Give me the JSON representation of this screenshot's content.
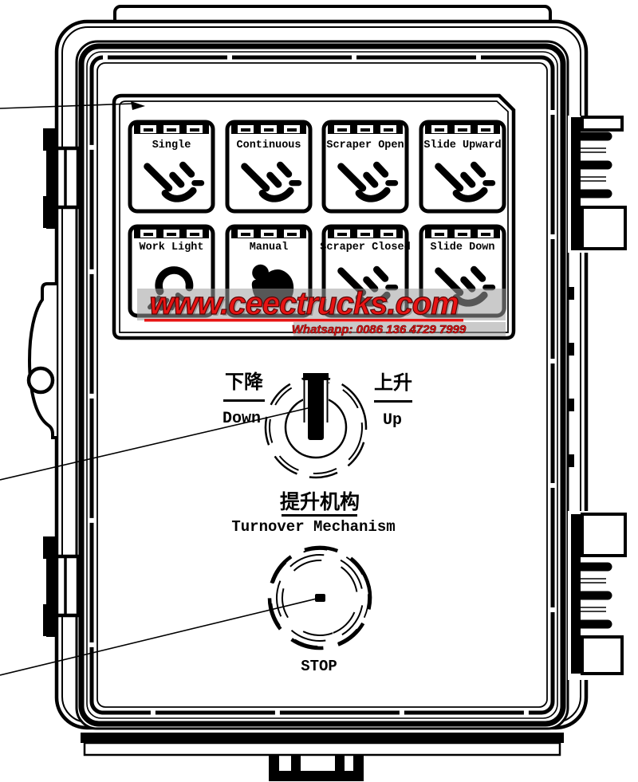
{
  "panel": {
    "buttons": [
      {
        "label": "Single",
        "icon": "dump-tilt-icon"
      },
      {
        "label": "Continuous",
        "icon": "dump-tilt-icon"
      },
      {
        "label": "Scraper Open",
        "icon": "dump-tilt-icon"
      },
      {
        "label": "Slide Upward",
        "icon": "dump-tilt-icon"
      },
      {
        "label": "Work Light",
        "icon": "work-light-icon"
      },
      {
        "label": "Manual",
        "icon": "hand-press-icon"
      },
      {
        "label": "Scraper Closed",
        "icon": "dump-tilt-icon"
      },
      {
        "label": "Slide Down",
        "icon": "dump-tilt-icon"
      }
    ]
  },
  "watermark": {
    "site": "www.ceectrucks.com",
    "whatsapp": "Whatsapp: 0086 136 4729 7999"
  },
  "rotary_switch": {
    "left_label_cn": "下降",
    "left_label_en": "Down",
    "right_label_cn": "上升",
    "right_label_en": "Up",
    "caption_cn": "提升机构",
    "caption_en": "Turnover Mechanism"
  },
  "stop_button": {
    "label": "STOP"
  },
  "colors": {
    "line": "#000000",
    "background": "#ffffff",
    "watermark_red": "#e81414",
    "watermark_gray": "#9e9e9e"
  }
}
